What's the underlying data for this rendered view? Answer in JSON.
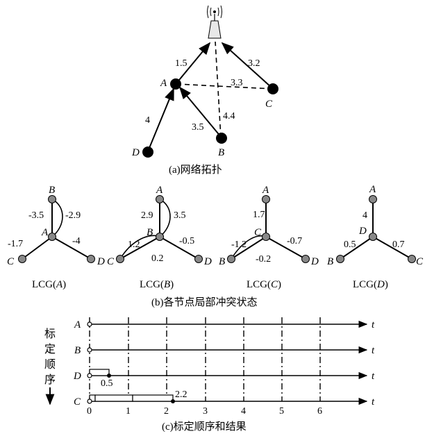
{
  "panel_a": {
    "caption": "(a)网络拓扑",
    "nodes": {
      "A": "A",
      "B": "B",
      "C": "C",
      "D": "D"
    },
    "weights": {
      "A_gw": "1.5",
      "C_gw": "3.2",
      "A_C": "3.3",
      "B_gw": "4.4",
      "D_A": "4",
      "B_A": "3.5"
    }
  },
  "panel_b": {
    "caption": "(b)各节点局部冲突状态",
    "graphs": [
      {
        "title": "LCG(A)",
        "center": "A",
        "top": "B",
        "left": "C",
        "right": "D",
        "w_top_left": "-3.5",
        "w_top_right": "-2.9",
        "w_left": "-1.7",
        "w_right": "-4"
      },
      {
        "title": "LCG(B)",
        "center": "B",
        "top": "A",
        "left": "C",
        "right": "D",
        "w_top_left": "2.9",
        "w_top_right": "3.5",
        "w_left_top": "1.2",
        "w_left_bottom": "0.2",
        "w_right": "-0.5"
      },
      {
        "title": "LCG(C)",
        "center": "C",
        "top": "A",
        "left": "B",
        "right": "D",
        "w_top": "1.7",
        "w_left_top": "-1.2",
        "w_left_bottom": "-0.2",
        "w_right": "-0.7"
      },
      {
        "title": "LCG(D)",
        "center": "D",
        "top": "A",
        "left": "B",
        "right": "C",
        "w_top": "4",
        "w_left": "0.5",
        "w_right": "0.7"
      }
    ]
  },
  "panel_c": {
    "caption": "(c)标定顺序和结果",
    "side_label": [
      "标",
      "定",
      "顺",
      "序"
    ],
    "rows": [
      "A",
      "B",
      "D",
      "C"
    ],
    "axis_label": "t",
    "ticks": [
      "0",
      "1",
      "2",
      "3",
      "4",
      "5",
      "6"
    ],
    "d_value": "0.5",
    "c_value": "2.2"
  },
  "colors": {
    "node_dark": "#000000",
    "node_gray": "#888888",
    "line": "#000000"
  }
}
